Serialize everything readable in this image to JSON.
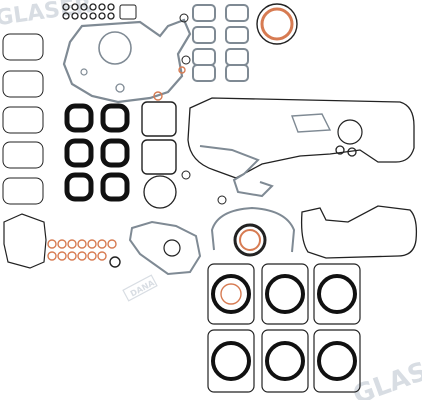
{
  "watermark": {
    "brand": "GLASER",
    "seal_text": "DANA"
  },
  "colors": {
    "background": "#ffffff",
    "gasket_gray": "#7f8a94",
    "gasket_black": "#111111",
    "copper": "#d77b52",
    "outline": "#222222",
    "watermark": "#d8dde3"
  },
  "icons": [
    "gasket-set-photo"
  ]
}
